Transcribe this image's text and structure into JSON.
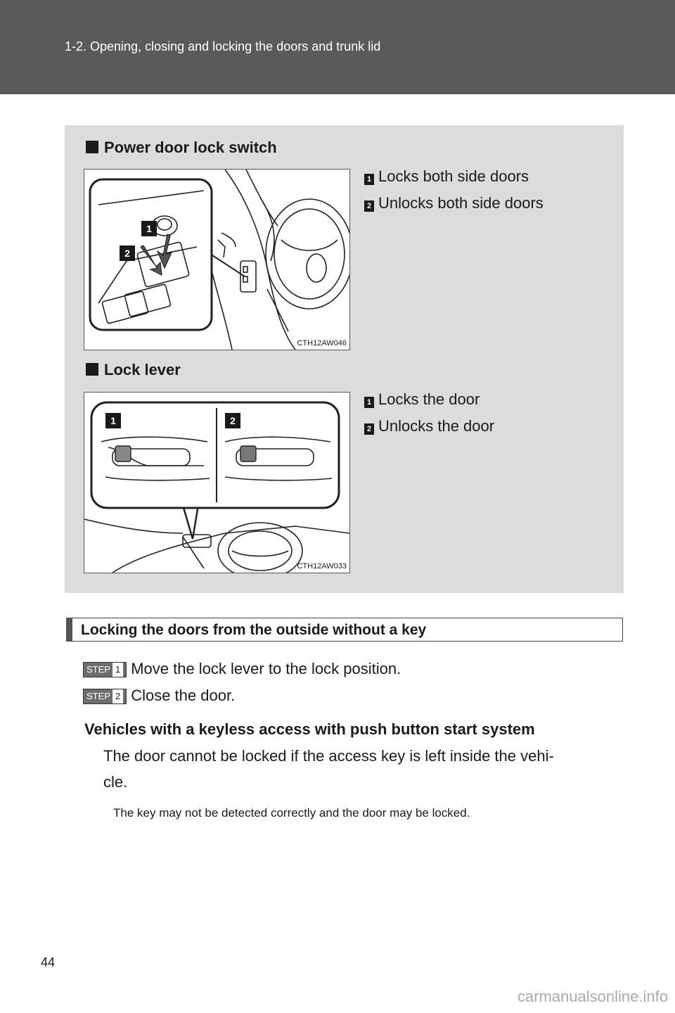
{
  "header": {
    "title": "1-2. Opening, closing and locking the doors and trunk lid"
  },
  "panel": {
    "section1": {
      "title": "Power door lock switch",
      "figure_code": "CTH12AW046",
      "legend": [
        {
          "num": "1",
          "text": "Locks both side doors"
        },
        {
          "num": "2",
          "text": "Unlocks both side doors"
        }
      ],
      "callouts": [
        "1",
        "2"
      ]
    },
    "section2": {
      "title": "Lock lever",
      "figure_code": "CTH12AW033",
      "legend": [
        {
          "num": "1",
          "text": "Locks the door"
        },
        {
          "num": "2",
          "text": "Unlocks the door"
        }
      ],
      "callouts": [
        "1",
        "2"
      ]
    }
  },
  "key_section": {
    "title": "Locking the doors from the outside without a key",
    "steps": [
      {
        "label": "STEP",
        "num": "1",
        "text": "Move the lock lever to the lock position."
      },
      {
        "label": "STEP",
        "num": "2",
        "text": "Close the door."
      }
    ],
    "subheading": "Vehicles with a keyless access with push button start system",
    "paragraph_line1": "The door cannot be locked if the access key is left inside the vehi-",
    "paragraph_line2": "cle.",
    "note": "The key may not be detected correctly and the door may be locked."
  },
  "page_number": "44",
  "watermark": "carmanualsonline.info"
}
